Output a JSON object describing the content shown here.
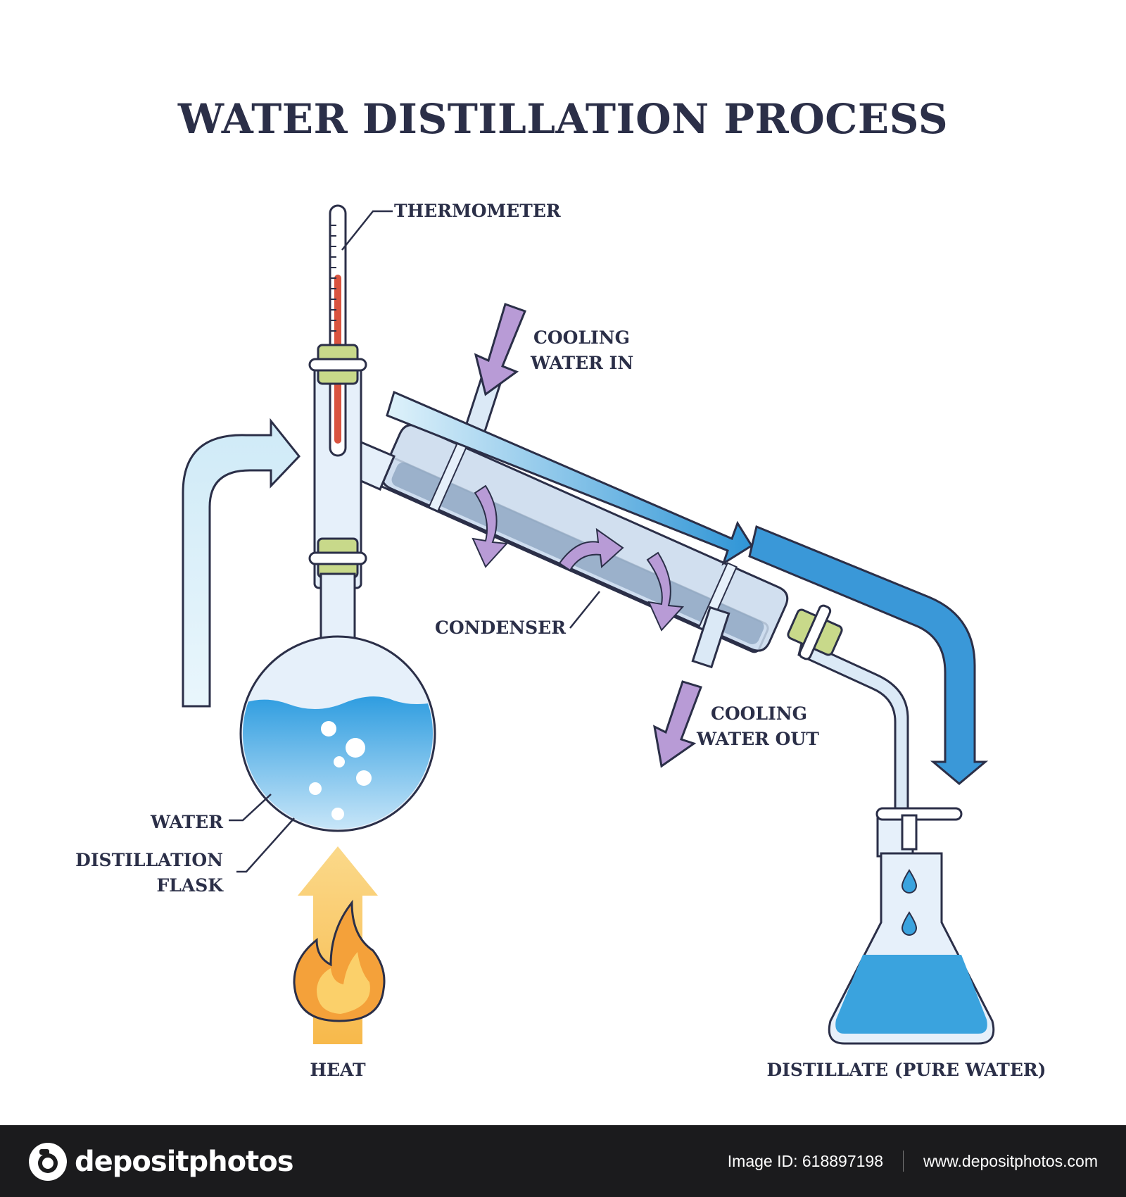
{
  "title": "WATER DISTILLATION PROCESS",
  "labels": {
    "thermometer": "THERMOMETER",
    "cooling_in_1": "COOLING",
    "cooling_in_2": "WATER IN",
    "condenser": "CONDENSER",
    "cooling_out_1": "COOLING",
    "cooling_out_2": "WATER OUT",
    "water": "WATER",
    "flask_1": "DISTILLATION",
    "flask_2": "FLASK",
    "heat": "HEAT",
    "distillate": "DISTILLATE (PURE WATER)"
  },
  "footer": {
    "brand": "depositphotos",
    "image_id": "Image ID: 618897198",
    "site": "www.depositphotos.com"
  },
  "colors": {
    "ink": "#2b2f48",
    "water": "#3aa3de",
    "glass": "#dbe9f6",
    "arrow_purple": "#b89bd6",
    "clamp_green": "#c8d98a",
    "mercury": "#d9533f",
    "heat_arrow": "#f7c96a",
    "flame": "#f4a13a"
  }
}
